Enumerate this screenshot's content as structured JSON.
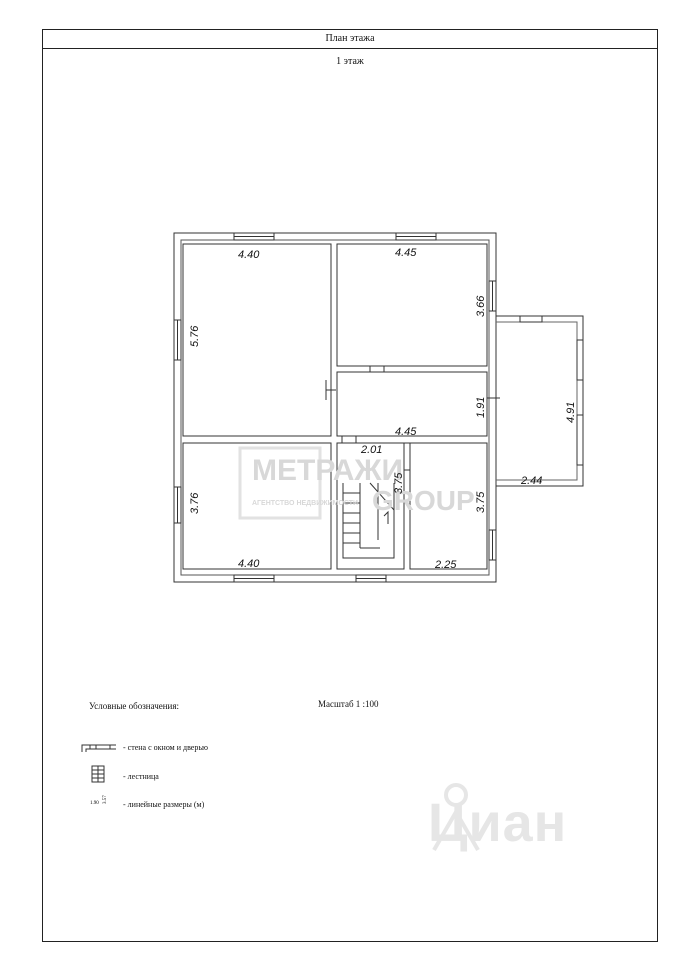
{
  "header": {
    "title": "План этажа"
  },
  "floor": {
    "label": "1 этаж"
  },
  "plan": {
    "dimensions": {
      "room_top_left_width": "4.40",
      "room_top_left_height": "5.76",
      "room_top_right_width": "4.45",
      "room_top_right_height": "3.66",
      "hall_width": "4.45",
      "hall_height": "1.91",
      "stair_width": "2.01",
      "stair_height": "3.75",
      "bottom_left_width": "4.40",
      "bottom_left_height": "3.76",
      "bottom_right_width": "2.25",
      "bottom_right_height": "3.75",
      "terrace_width": "2.44",
      "terrace_height": "4.91"
    },
    "watermark": {
      "line1": "МЕТРАЖИ",
      "line2": "АГЕНТСТВО НЕДВИЖИМОСТИ",
      "line3": "GROUP"
    }
  },
  "legend": {
    "title": "Условные обозначения:",
    "scale": "Масштаб 1 :100",
    "items": [
      {
        "label": "- стена с окном и дверью",
        "icon": "wall-window-door-icon"
      },
      {
        "label": "- лестница",
        "icon": "stairs-icon"
      },
      {
        "label": "- линейные размеры (м)",
        "sample_a": "1.90",
        "sample_b": "3.57",
        "icon": "dimension-sample-icon"
      }
    ]
  },
  "brand_watermark": "Циан"
}
